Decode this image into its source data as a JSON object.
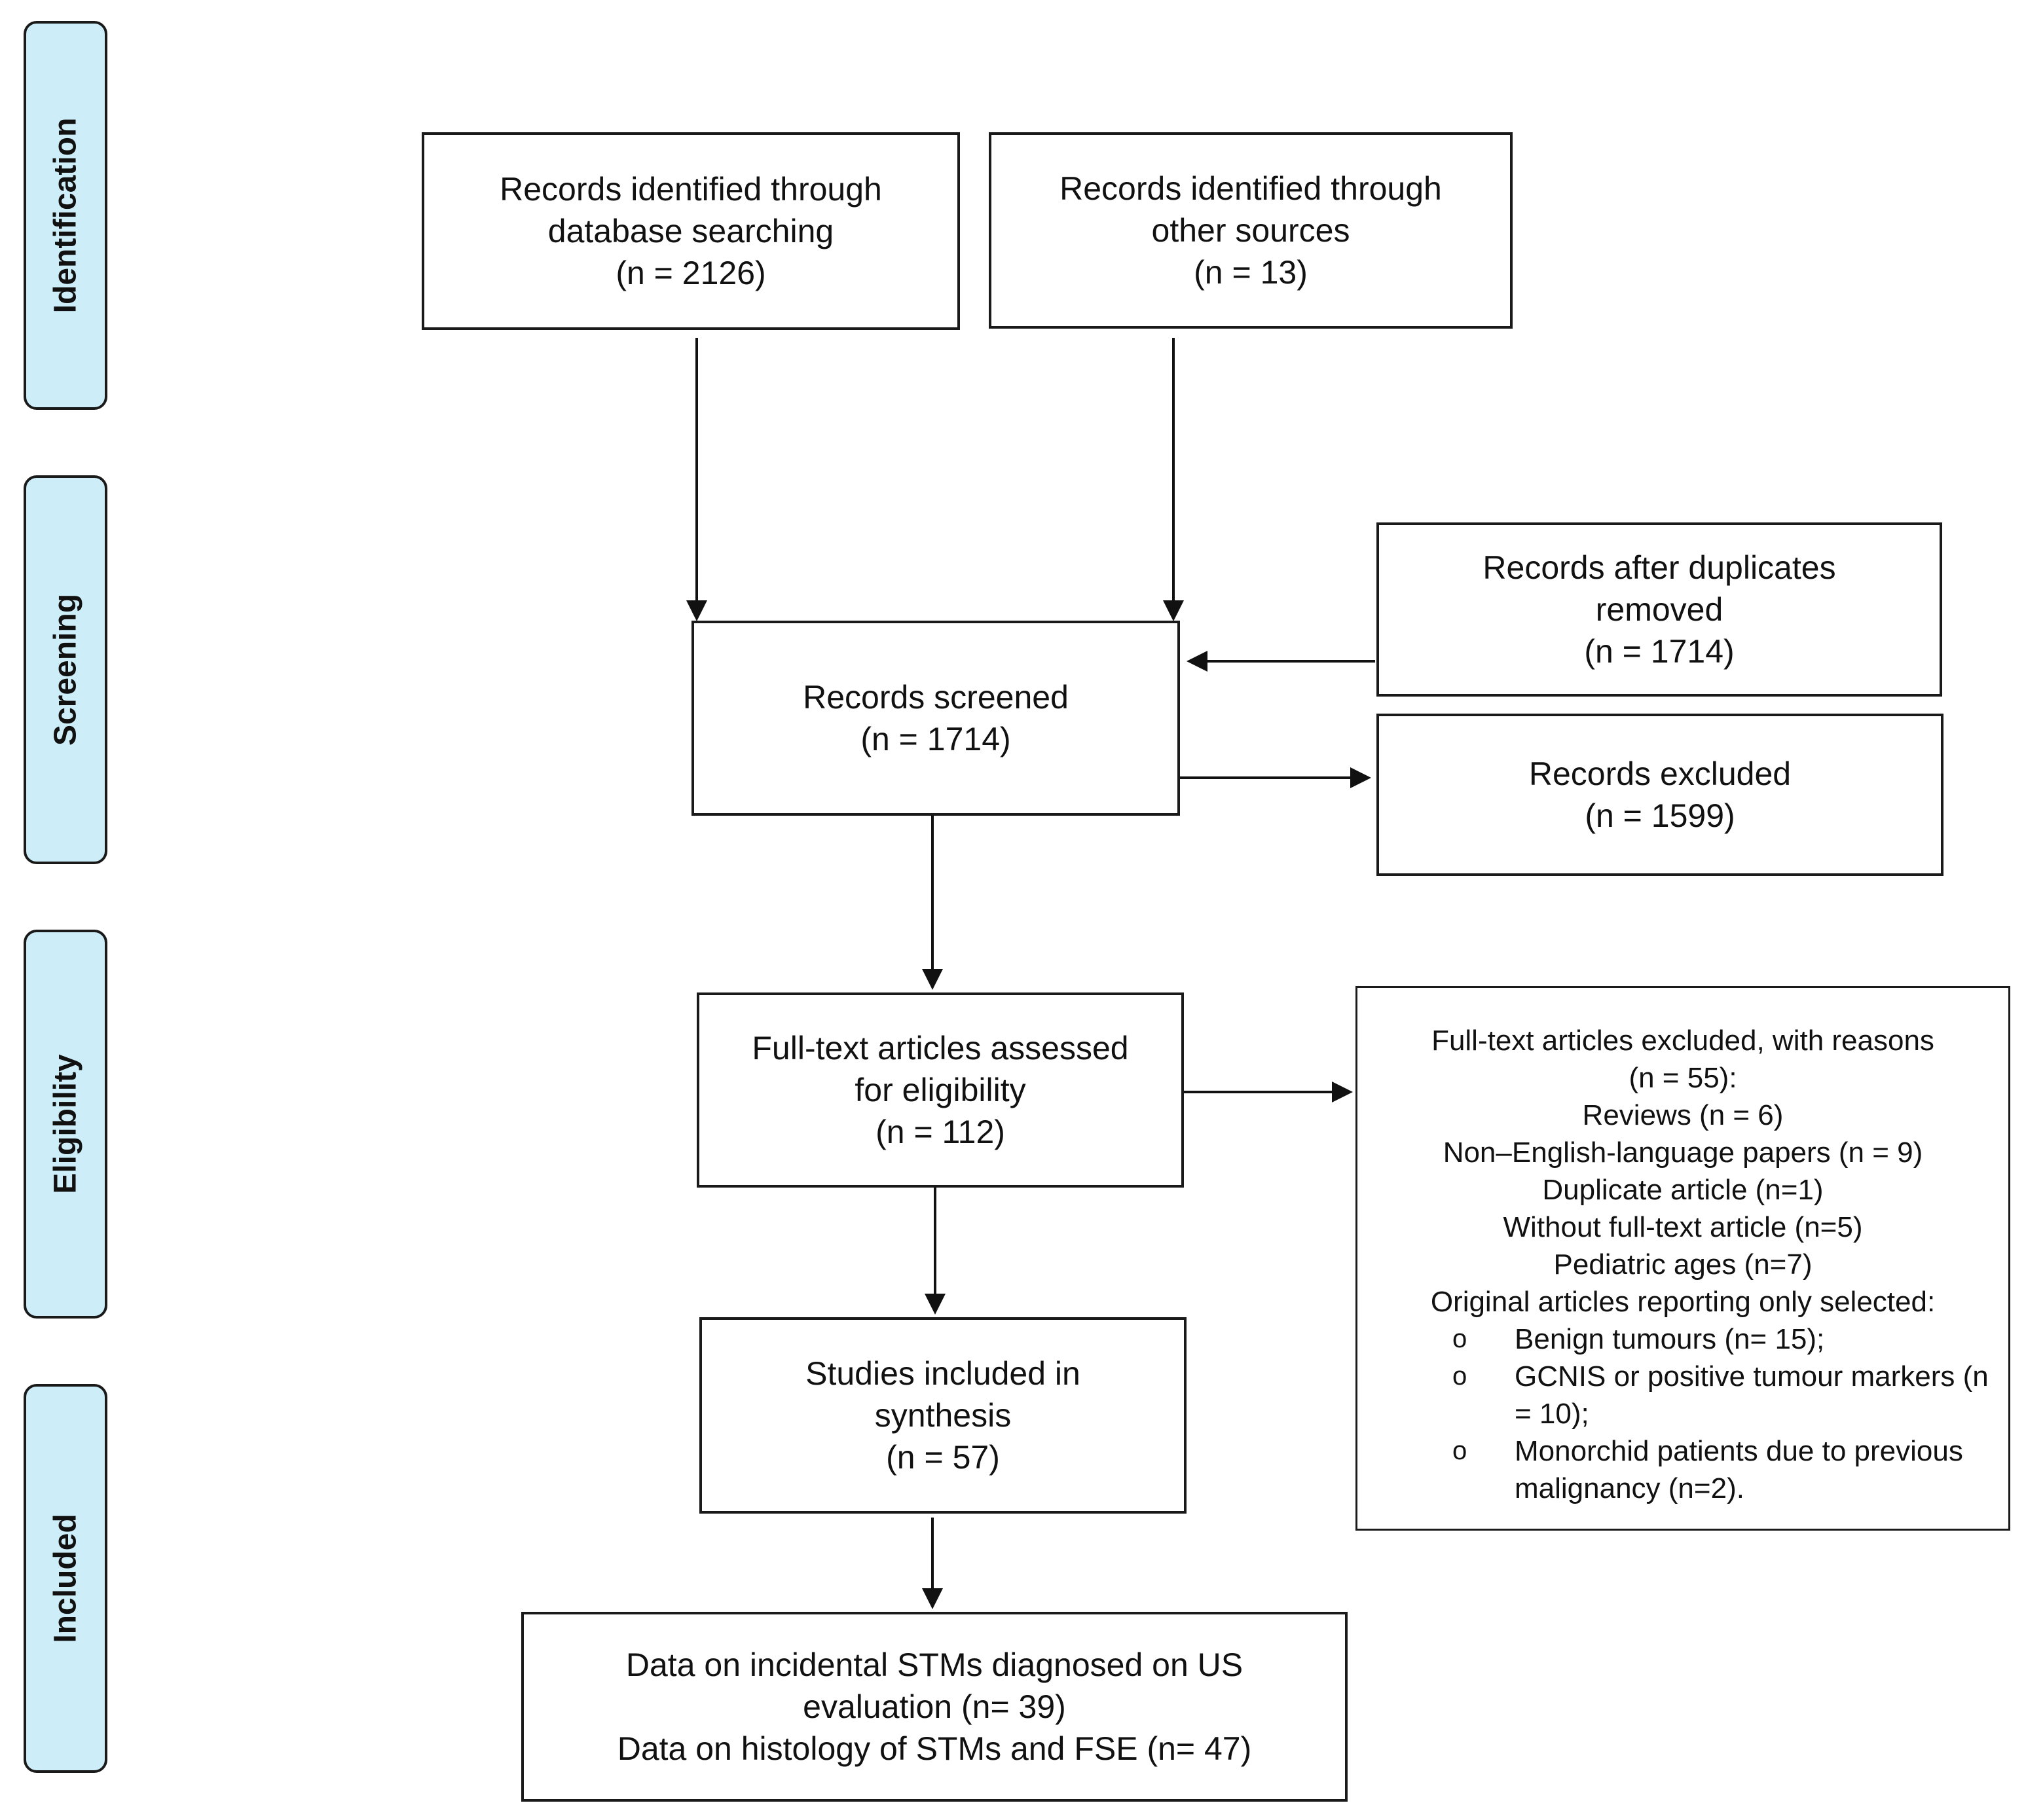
{
  "stages": {
    "identification": "Identification",
    "screening": "Screening",
    "eligibility": "Eligibility",
    "included": "Included"
  },
  "boxes": {
    "database_search": {
      "lines": [
        "Records identified through",
        "database searching",
        "(n = 2126)"
      ]
    },
    "other_sources": {
      "lines": [
        "Records identified through",
        "other sources",
        "(n = 13)"
      ]
    },
    "duplicates_removed": {
      "lines": [
        "Records after duplicates",
        "removed",
        "(n = 1714)"
      ]
    },
    "records_screened": {
      "lines": [
        "Records screened",
        "(n = 1714)"
      ]
    },
    "records_excluded": {
      "lines": [
        "Records excluded",
        "(n = 1599)"
      ]
    },
    "fulltext_assessed": {
      "lines": [
        "Full-text articles assessed",
        "for eligibility",
        "(n = 112)"
      ]
    },
    "studies_included": {
      "lines": [
        "Studies included in",
        "synthesis",
        "(n = 57)"
      ]
    },
    "data_final": {
      "lines": [
        "Data on incidental STMs diagnosed on US",
        "evaluation (n= 39)",
        "Data on histology of STMs and FSE (n= 47)"
      ]
    }
  },
  "exclusions": {
    "heading": "Full-text articles excluded, with reasons",
    "count": "(n = 55):",
    "reasons": [
      "Reviews (n = 6)",
      "Non–English-language papers (n = 9)",
      "Duplicate article (n=1)",
      "Without full-text article (n=5)",
      "Pediatric ages (n=7)",
      "Original articles reporting only selected:"
    ],
    "subitems": [
      {
        "bullet": "o",
        "text": "Benign tumours (n= 15);"
      },
      {
        "bullet": "o",
        "text": "GCNIS or positive tumour markers (n = 10);"
      },
      {
        "bullet": "o",
        "text": "Monorchid patients due to previous malignancy (n=2)."
      }
    ]
  }
}
